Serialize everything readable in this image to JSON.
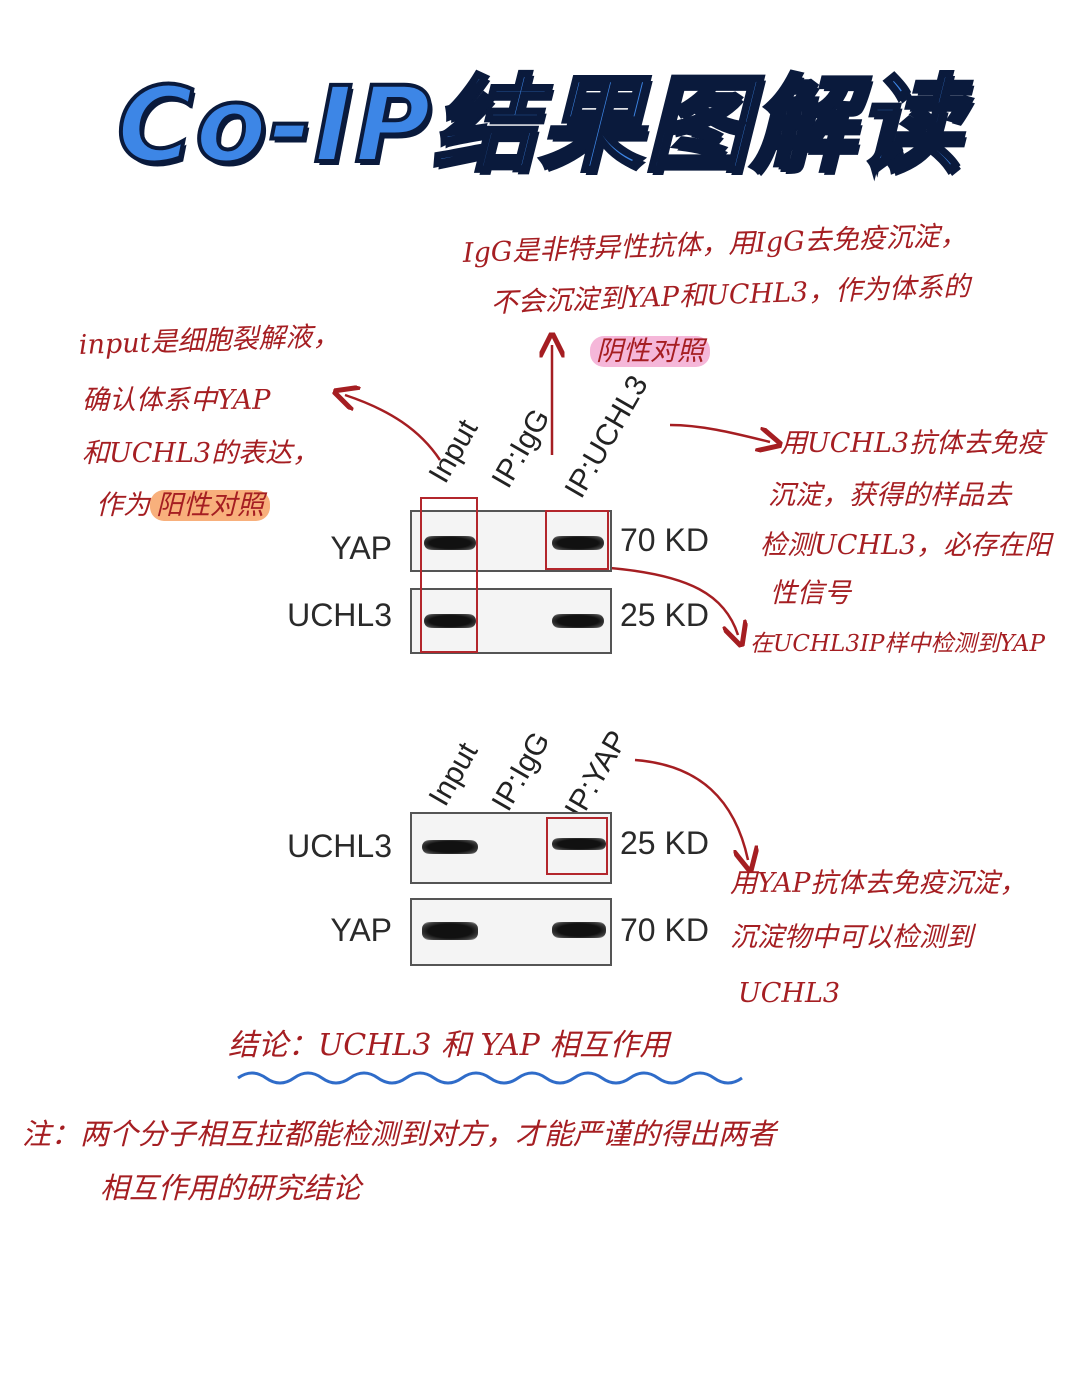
{
  "title": "Co-IP结果图解读",
  "colors": {
    "title_fill": "#3d86e6",
    "annotation_red": "#a51e22",
    "highlight_pink": "#f5b7d9",
    "highlight_orange": "#f8b07c",
    "wave_blue": "#2f6cc9"
  },
  "notes": {
    "igg_line1": "IgG是非特异性抗体，用IgG去免疫沉淀，",
    "igg_line2": "不会沉淀到YAP和UCHL3，作为体系的",
    "igg_highlight": "阴性对照",
    "input_line1": "input是细胞裂解液，",
    "input_line2": "确认体系中YAP",
    "input_line3": "和UCHL3的表达，",
    "input_line4_prefix": "作为",
    "input_highlight": "阳性对照",
    "uchl3_ip_line1": "用UCHL3抗体去免疫",
    "uchl3_ip_line2": "沉淀，获得的样品去",
    "uchl3_ip_line3": "检测UCHL3，必存在阳",
    "uchl3_ip_line4": "性信号",
    "uchl3_ip_yap": "在UCHL3IP样中检测到YAP",
    "yap_ip_line1": "用YAP抗体去免疫沉淀，",
    "yap_ip_line2": "沉淀物中可以检测到",
    "yap_ip_line3": "UCHL3"
  },
  "blot1": {
    "lanes": [
      "Input",
      "IP:IgG",
      "IP:UCHL3"
    ],
    "rows": [
      {
        "protein": "YAP",
        "size": "70 KD"
      },
      {
        "protein": "UCHL3",
        "size": "25 KD"
      }
    ]
  },
  "blot2": {
    "lanes": [
      "Input",
      "IP:IgG",
      "IP:YAP"
    ],
    "rows": [
      {
        "protein": "UCHL3",
        "size": "25 KD"
      },
      {
        "protein": "YAP",
        "size": "70 KD"
      }
    ]
  },
  "conclusion": "结论：UCHL3 和 YAP 相互作用",
  "footnote": {
    "line1": "注：两个分子相互拉都能检测到对方，才能严谨的得出两者",
    "line2": "相互作用的研究结论"
  }
}
